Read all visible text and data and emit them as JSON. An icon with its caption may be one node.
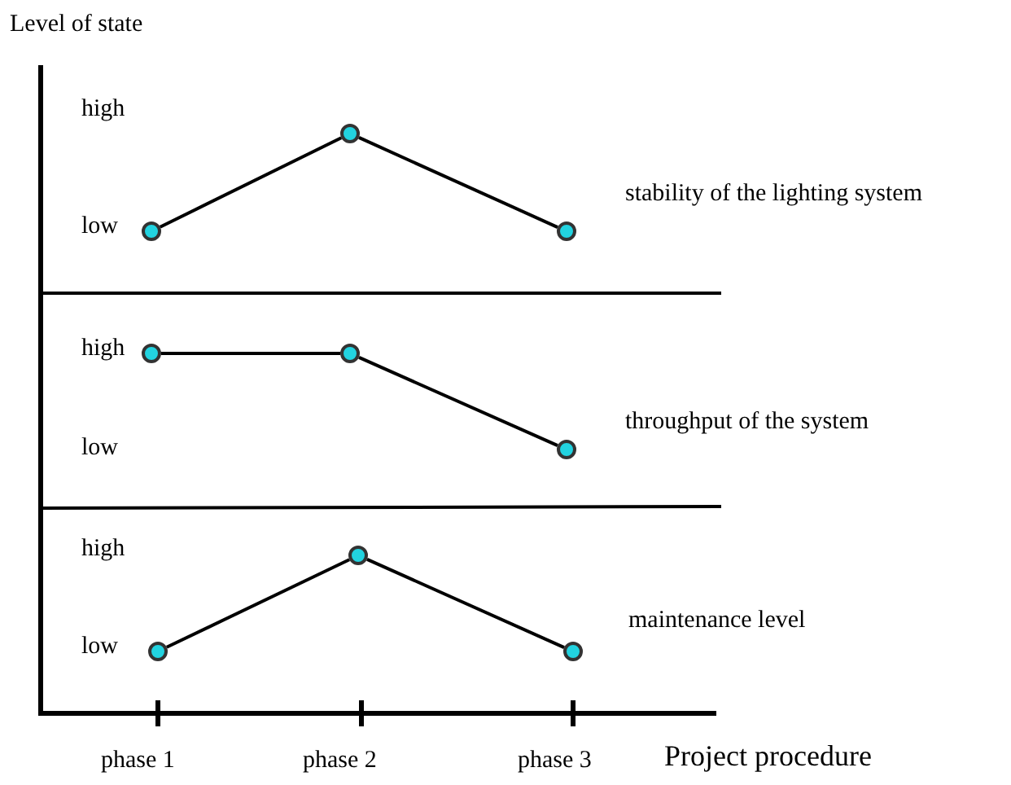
{
  "diagram": {
    "nodes": [
      {
        "text": [],
        "shape": "circle"
      },
      {
        "text": [],
        "shape": "circle"
      },
      {
        "text": [],
        "shape": "circle"
      },
      {
        "text": [],
        "shape": "circle"
      },
      {
        "text": [],
        "shape": "circle"
      },
      {
        "text": [],
        "shape": "circle"
      },
      {
        "text": [],
        "shape": "circle"
      },
      {
        "text": [],
        "shape": "circle"
      },
      {
        "text": [],
        "shape": "circle"
      }
    ],
    "edges": [
      {
        "from": 0,
        "to": 1,
        "arrow": "none"
      },
      {
        "from": 1,
        "to": 2,
        "arrow": "none"
      },
      {
        "from": 3,
        "to": 4,
        "arrow": "none"
      },
      {
        "from": 4,
        "to": 5,
        "arrow": "none"
      },
      {
        "from": 6,
        "to": 7,
        "arrow": "none"
      },
      {
        "from": 7,
        "to": 8,
        "arrow": "none"
      }
    ],
    "labels": [
      "Level of state",
      "high",
      "low",
      "stability of the lighting system",
      "high",
      "low",
      "throughput of the system",
      "high",
      "low",
      "maintenance level",
      "phase 1",
      "phase 2",
      "phase 3",
      "Project procedure"
    ]
  }
}
